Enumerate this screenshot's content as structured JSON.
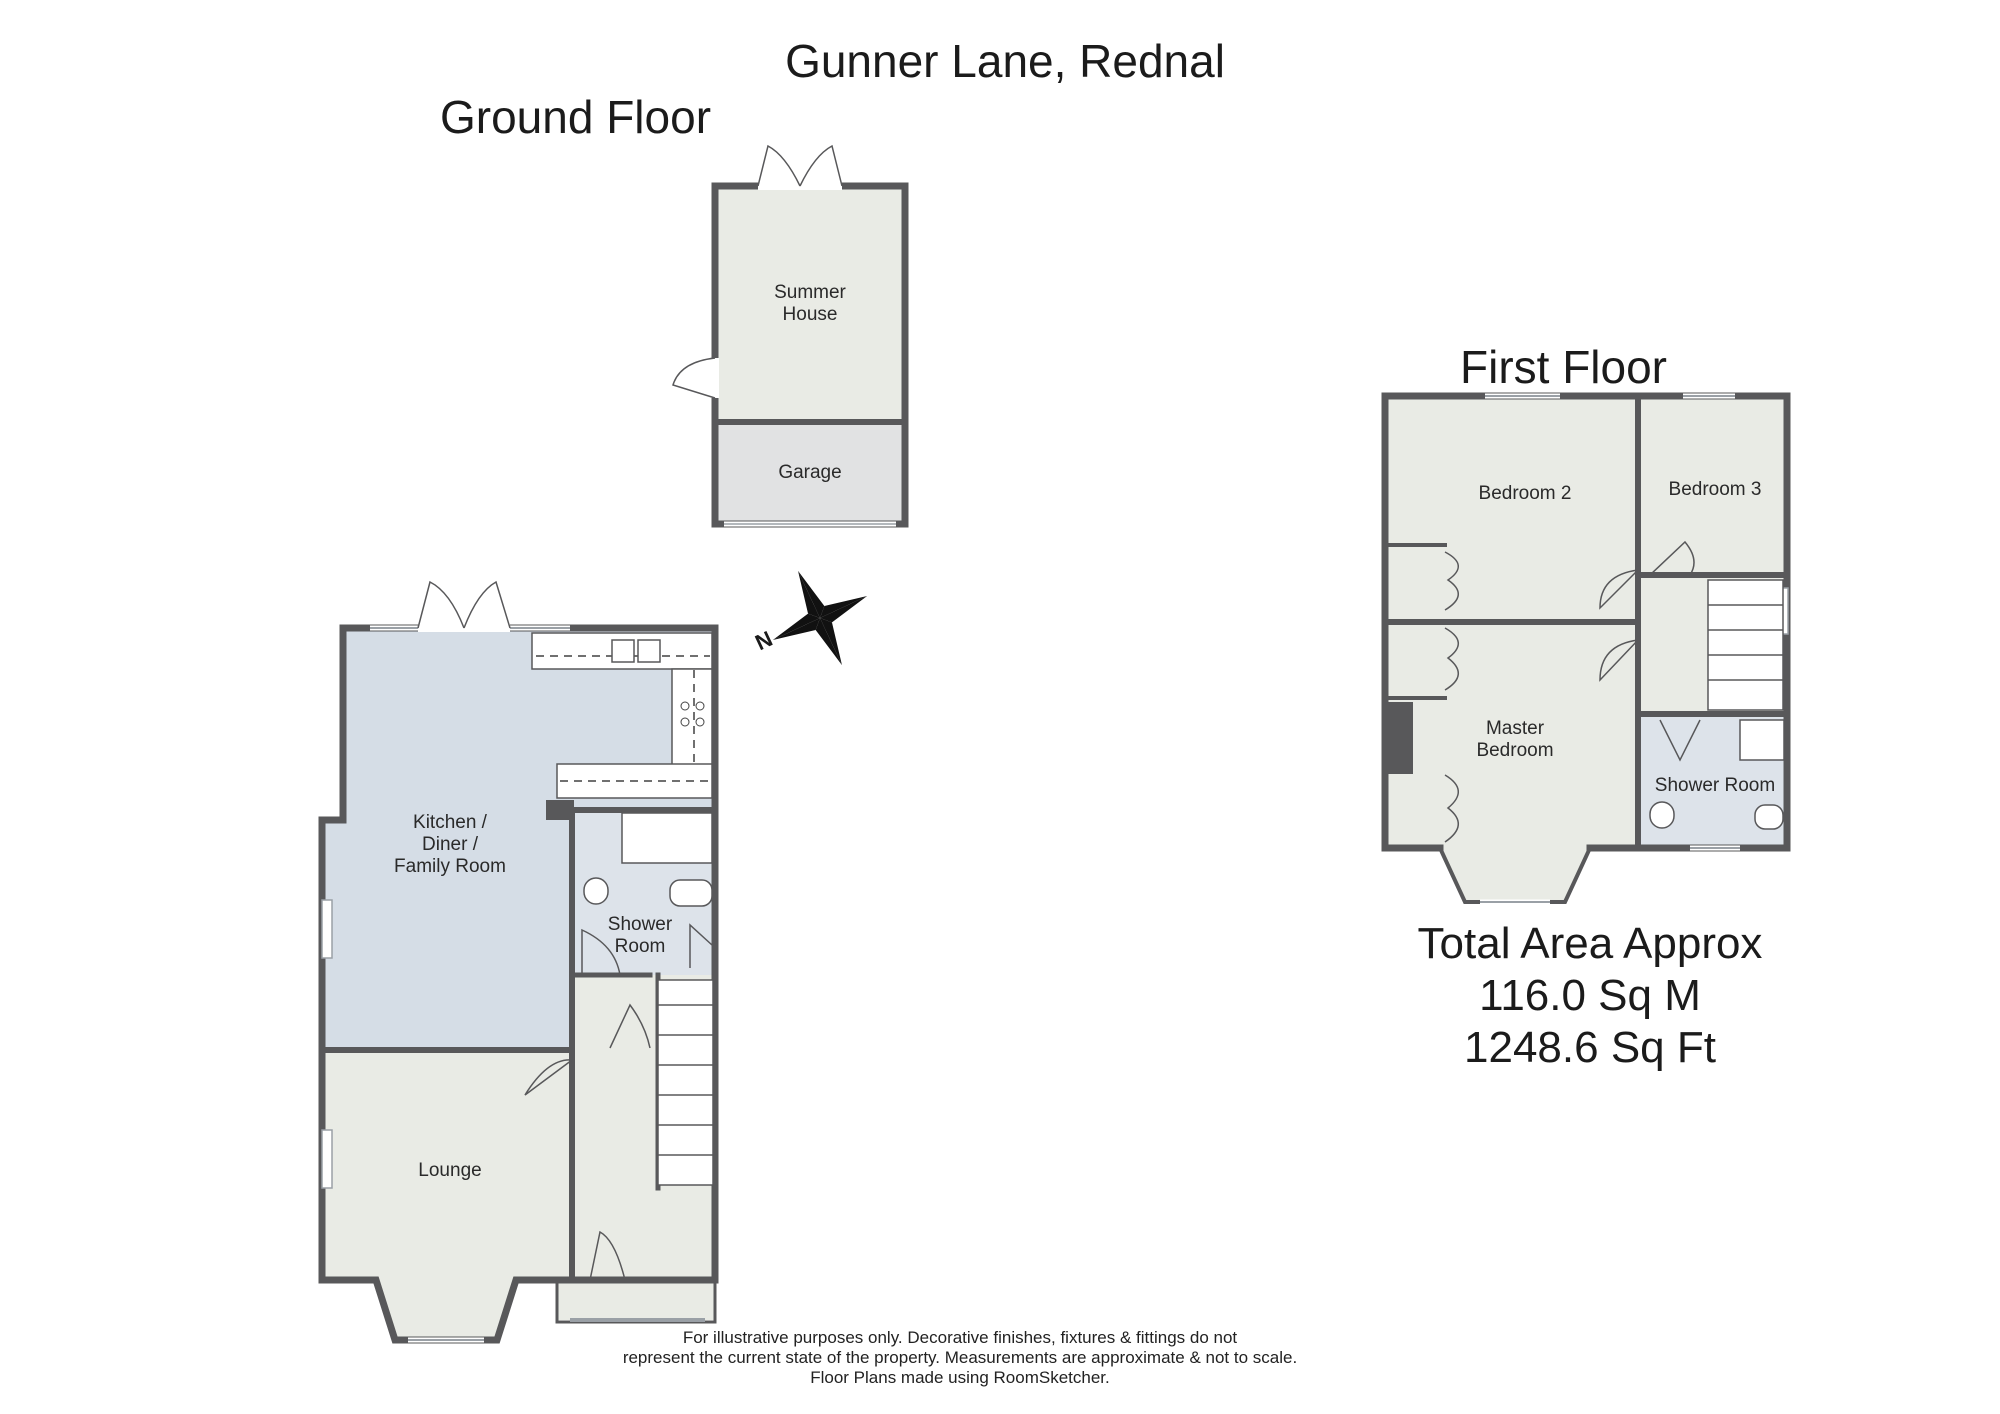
{
  "title": "Gunner Lane, Rednal",
  "ground_floor": {
    "heading": "Ground Floor",
    "rooms": {
      "summer_house": "Summer\nHouse",
      "garage": "Garage",
      "kitchen": "Kitchen /\nDiner /\nFamily Room",
      "shower_room": "Shower\nRoom",
      "lounge": "Lounge"
    }
  },
  "first_floor": {
    "heading": "First Floor",
    "rooms": {
      "bedroom2": "Bedroom 2",
      "bedroom3": "Bedroom 3",
      "master": "Master\nBedroom",
      "shower_room": "Shower Room"
    }
  },
  "total_area": {
    "label": "Total Area Approx",
    "sq_m": "116.0 Sq M",
    "sq_ft": "1248.6 Sq Ft"
  },
  "disclaimer": {
    "line1": "For illustrative purposes only. Decorative finishes, fixtures & fittings do not",
    "line2": "represent the current state of the property. Measurements are approximate & not to scale.",
    "line3": "Floor Plans made using RoomSketcher."
  },
  "colors": {
    "wall": "#58585a",
    "room_fill": "#e9ebe5",
    "kitchen_fill": "#d5dde6",
    "shower_fill": "#dde3ea",
    "garage_fill": "#e1e2e3"
  },
  "compass": {
    "icon": "north-arrow-icon",
    "label": "N"
  }
}
